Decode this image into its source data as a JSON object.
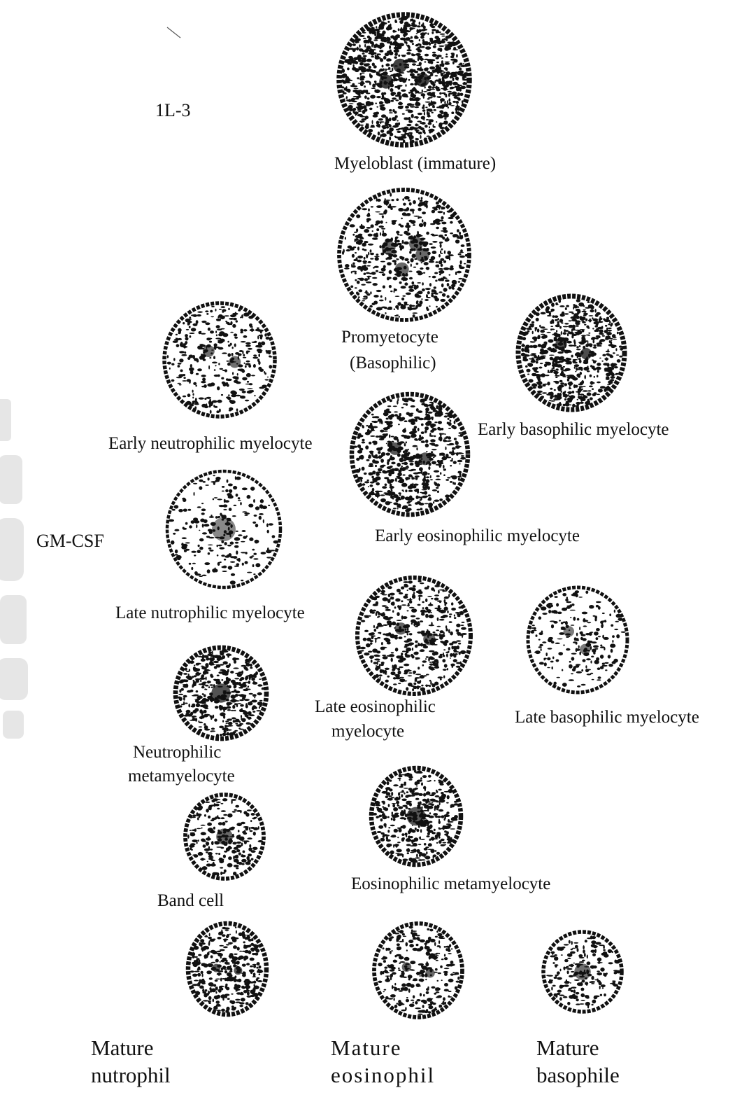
{
  "factors": {
    "il3": "1L-3",
    "gmcsf": "GM-CSF"
  },
  "cells": {
    "myeloblast": "Myeloblast (immature)",
    "promyelocyte_1": "Promyetocyte",
    "promyelocyte_2": "(Basophilic)",
    "early_neutrophilic": "Early neutrophilic myelocyte",
    "early_basophilic": "Early basophilic myelocyte",
    "early_eosinophilic": "Early eosinophilic  myelocyte",
    "late_neutrophilic": "Late nutrophilic myelocyte",
    "late_eosinophilic_1": "Late eosinophilic",
    "late_eosinophilic_2": "myelocyte",
    "late_basophilic": "Late basophilic myelocyte",
    "neutrophilic_meta_1": "Neutrophilic",
    "neutrophilic_meta_2": "metamyelocyte",
    "band_cell": "Band cell",
    "eosinophilic_meta": "Eosinophilic metamyelocyte",
    "mature_neutrophil_1": "Mature",
    "mature_neutrophil_2": "nutrophil",
    "mature_eosinophil_1": "Mature",
    "mature_eosinophil_2": "eosinophil",
    "mature_basophile_1": "Mature",
    "mature_basophile_2": "basophile"
  },
  "colors": {
    "ink": "#111111",
    "watermark": "#e3e3e3"
  }
}
